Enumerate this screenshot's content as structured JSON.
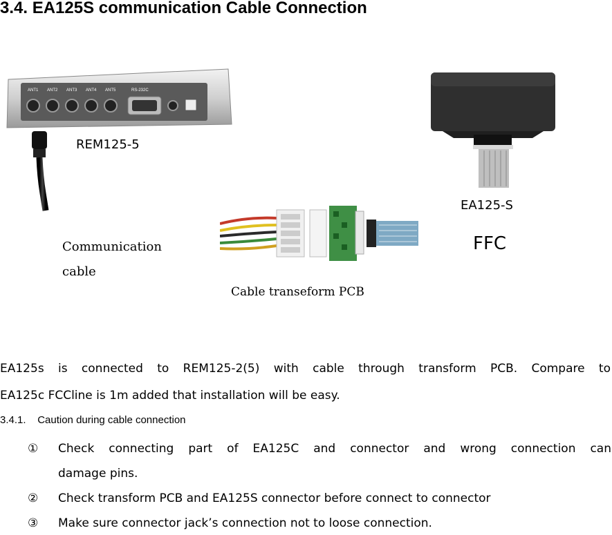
{
  "section": {
    "title": "3.4. EA125S communication Cable Connection"
  },
  "figure": {
    "rem_label": "REM125-5",
    "device_label": "EA125-S",
    "ffc_label": "FFC",
    "cable_label_line1": "Communication",
    "cable_label_line2": "cable",
    "pcb_label": "Cable transeform PCB",
    "rem_ports": [
      "ANT1",
      "ANT2",
      "ANT3",
      "ANT4",
      "ANT5",
      "RS-232C",
      "",
      ""
    ]
  },
  "body": {
    "para_line1": "EA125s is connected to REM125-2(5) with cable through transform PCB. Compare to",
    "para_line2": "EA125c FCCline is 1m added that installation will be easy.",
    "subsection": "3.4.1.    Caution during cable connection",
    "items": [
      {
        "num": "①",
        "line1": "Check connecting part of EA125C and connector and wrong connection can",
        "line2": "damage pins."
      },
      {
        "num": "②",
        "line1": "Check transform PCB and EA125S connector before connect to connector"
      },
      {
        "num": "③",
        "line1": "Make sure connector jack’s connection not to loose connection."
      }
    ]
  }
}
